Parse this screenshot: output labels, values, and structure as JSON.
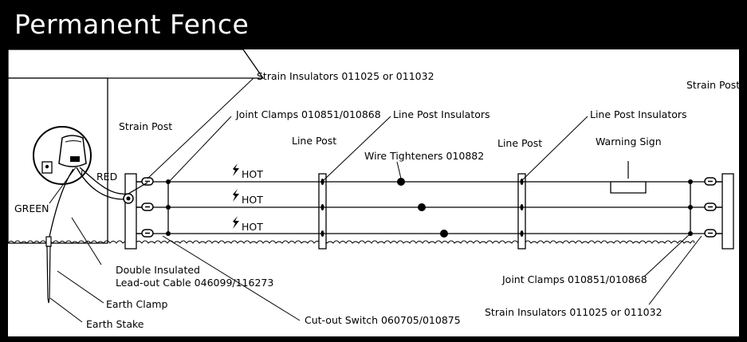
{
  "title": "Permanent Fence",
  "labels": {
    "strain_insulators_top": "Strain Insulators 011025 or 011032",
    "joint_clamps_top": "Joint Clamps 010851/010868",
    "line_post_insulators_1": "Line Post Insulators",
    "line_post_insulators_2": "Line Post Insulators",
    "strain_post_left": "Strain Post",
    "strain_post_right": "Strain Post",
    "line_post_1": "Line Post",
    "line_post_2": "Line Post",
    "wire_tighteners": "Wire Tighteners 010882",
    "warning_sign": "Warning Sign",
    "red": "RED",
    "green": "GREEN",
    "hot_1": "HOT",
    "hot_2": "HOT",
    "hot_3": "HOT",
    "lead_out_line1": "Double Insulated",
    "lead_out_line2": "Lead-out Cable 046099/116273",
    "earth_clamp": "Earth Clamp",
    "earth_stake": "Earth Stake",
    "cutout_switch": "Cut-out Switch 060705/010875",
    "joint_clamps_bottom": "Joint Clamps 010851/010868",
    "strain_insulators_bottom": "Strain Insulators 011025 or 011032"
  },
  "colors": {
    "background": "#000000",
    "panel": "#ffffff",
    "ink": "#000000"
  }
}
